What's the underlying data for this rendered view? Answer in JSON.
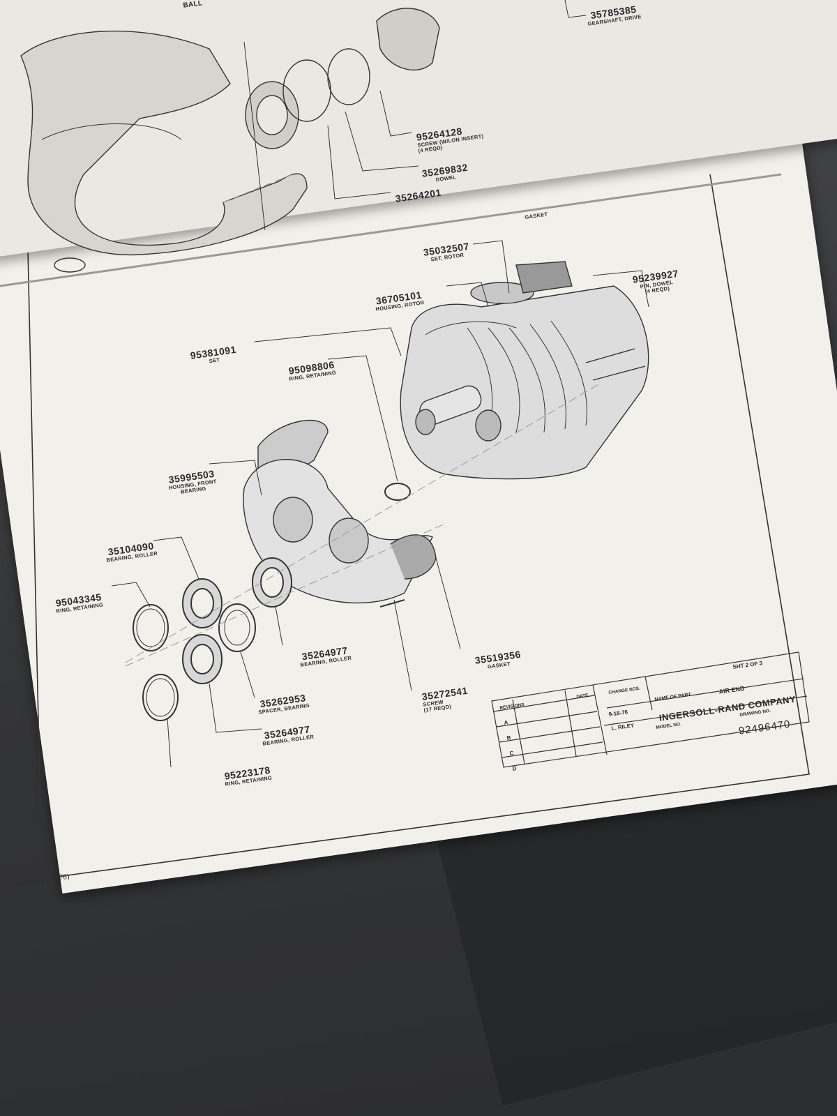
{
  "top_sheet": {
    "parts": [
      {
        "number": "35785385",
        "desc": "GEARSHAFT, DRIVE"
      },
      {
        "number": "95264128",
        "desc": "SCREW (W/LON INSERT)",
        "qty": "(4 REQD)"
      },
      {
        "number": "35269832",
        "desc": "DOWEL"
      },
      {
        "number": "35264201",
        "desc": ""
      }
    ],
    "ball_label": "BALL"
  },
  "parts": [
    {
      "number": "35032507",
      "desc": "SET, ROTOR"
    },
    {
      "number": "36705101",
      "desc": "HOUSING, ROTOR"
    },
    {
      "number": "95239927",
      "desc": "PIN, DOWEL",
      "qty": "(4 REQD)"
    },
    {
      "number": "95381091",
      "desc": "SET"
    },
    {
      "number": "95098806",
      "desc": "RING, RETAINING"
    },
    {
      "number": "35995503",
      "desc": "HOUSING, FRONT BEARING"
    },
    {
      "number": "35104090",
      "desc": "BEARING, ROLLER"
    },
    {
      "number": "95043345",
      "desc": "RING, RETAINING"
    },
    {
      "number": "35264977",
      "desc": "BEARING, ROLLER"
    },
    {
      "number": "35262953",
      "desc": "SPACER, BEARING"
    },
    {
      "number": "35264977",
      "desc": "BEARING, ROLLER"
    },
    {
      "number": "95223178",
      "desc": "RING, RETAINING"
    },
    {
      "number": "35272541",
      "desc": "SCREW",
      "qty": "(17 REQD)"
    },
    {
      "number": "35519356",
      "desc": "GASKET"
    },
    {
      "number": "",
      "desc": "GASKET"
    }
  ],
  "title_block": {
    "sheet": "SHT 2 OF 3",
    "name_of_part_label": "NAME OF PART",
    "name_of_part": "AIR END",
    "company": "INGERSOLL-RAND COMPANY",
    "drawing_number": "92496470",
    "date": "9-18-76",
    "drawn_by": "L. RILEY",
    "model_label": "MODEL NO.",
    "drawing_label": "DRAWING NO.",
    "revisions_label": "REVISIONS",
    "date_label": "DATE",
    "change_label": "CHANGE NOS.",
    "rev_letters": [
      "A",
      "B",
      "C",
      "D"
    ]
  },
  "footer": "(September, 1976)"
}
